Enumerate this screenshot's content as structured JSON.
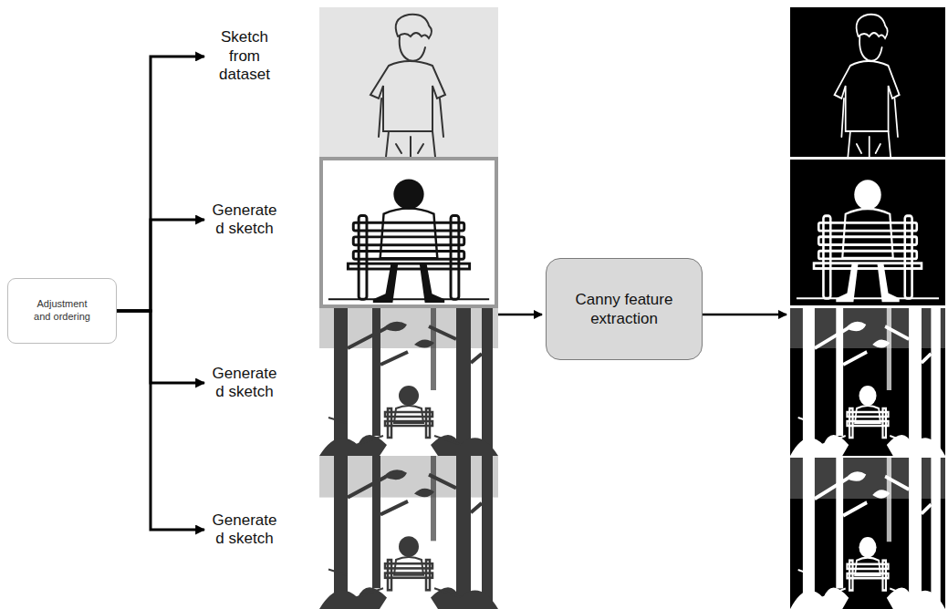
{
  "diagram": {
    "nodes": [
      {
        "text": [
          "Adjustment and ordering"
        ]
      },
      {
        "text": [
          "Sketch from dataset"
        ]
      },
      {
        "text": [
          "Generate d sketch"
        ]
      },
      {
        "text": [
          "Generate d sketch"
        ]
      },
      {
        "text": [
          "Generate d sketch"
        ]
      },
      {
        "text": [
          "Canny feature extraction"
        ]
      }
    ],
    "edges": [
      {
        "from": 0,
        "to": 1,
        "arrow": "to"
      },
      {
        "from": 0,
        "to": 2,
        "arrow": "to"
      },
      {
        "from": 0,
        "to": 3,
        "arrow": "to"
      },
      {
        "from": 0,
        "to": 4,
        "arrow": "to"
      }
    ]
  }
}
